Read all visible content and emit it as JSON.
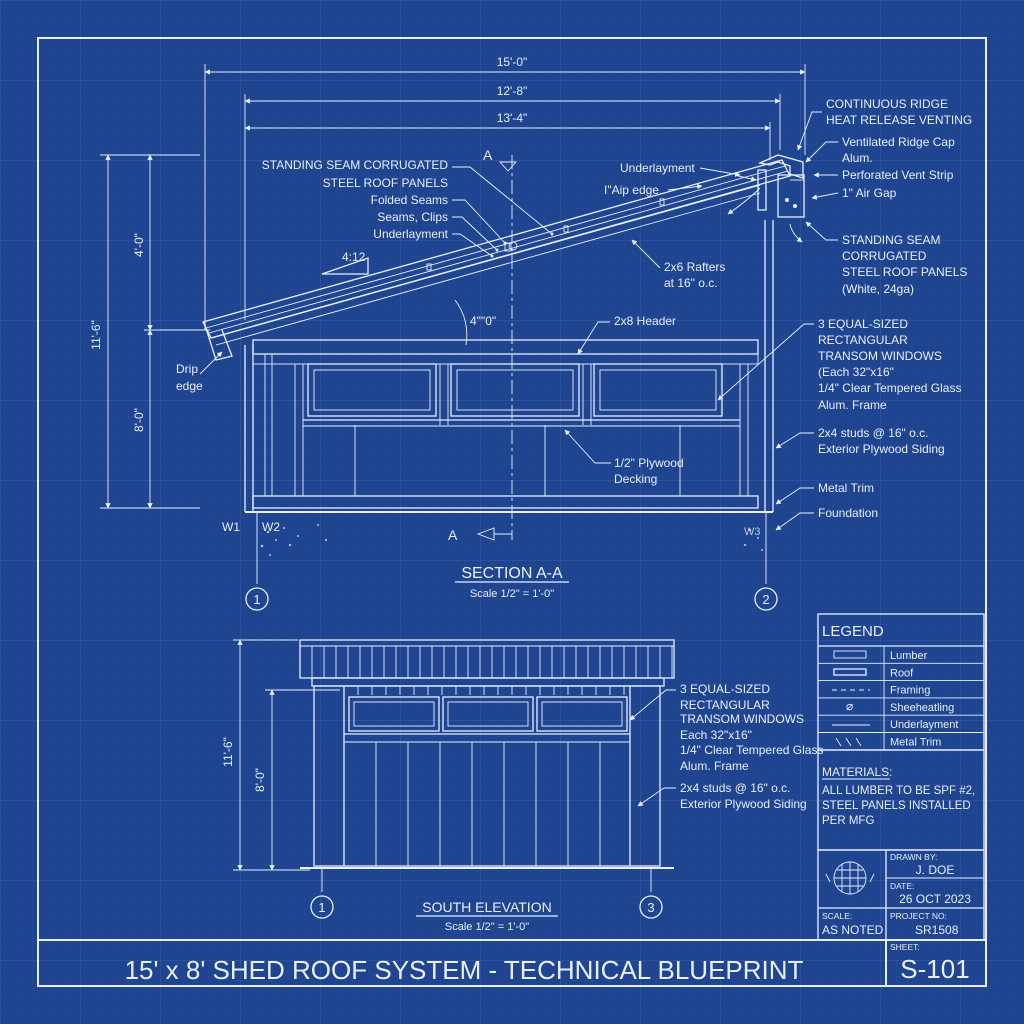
{
  "section": {
    "dims_top": [
      "15'-0\"",
      "12'-8\"",
      "13'-4\""
    ],
    "dims_left": [
      "4'-0\"",
      "11'-6\"",
      "8'-0\""
    ],
    "cut_label": "A",
    "pitch": "4:12",
    "angle": "4\"\"0\"",
    "labels": {
      "roof_panels_line1": "STANDING SEAM CORRUGATED",
      "roof_panels_line2": "STEEL ROOF PANELS",
      "folded_seams": "Folded Seams",
      "seams_clips": "Seams, Clips",
      "underlayment_left": "Underlayment",
      "underlayment_top": "Underlayment",
      "air_edge": "I\"Aip edge",
      "rafters_line1": "2x6 Rafters",
      "rafters_line2": "at 16\" o.c.",
      "header": "2x8 Header",
      "drip_line1": "Drip",
      "drip_line2": "edge",
      "plywood_line1": "1/2\" Plywood",
      "plywood_line2": "Decking",
      "ridge_vent_line1": "CONTINUOUS RIDGE",
      "ridge_vent_line2": "HEAT RELEASE VENTING",
      "ridge_cap_line1": "Ventilated Ridge Cap",
      "ridge_cap_line2": "Alum.",
      "vent_strip": "Perforated Vent Strip",
      "air_gap": "1\" Air Gap",
      "panels_r_line1": "STANDING SEAM",
      "panels_r_line2": "CORRUGATED",
      "panels_r_line3": "STEEL ROOF PANELS",
      "panels_r_line4": "(White, 24ga)",
      "windows_line1": "3 EQUAL-SIZED",
      "windows_line2": "RECTANGULAR",
      "windows_line3": "TRANSOM WINDOWS",
      "windows_line4": "(Each 32\"x16\"",
      "windows_line5": "1/4\" Clear Tempered Glass",
      "windows_line6": "Alum. Frame",
      "studs_line1": "2x4 studs @ 16\" o.c.",
      "studs_line2": "Exterior Plywood Siding",
      "metal_trim": "Metal Trim",
      "foundation": "Foundation",
      "w1": "W1",
      "w2": "W2",
      "w3": "W3"
    },
    "grid": [
      "1",
      "2"
    ],
    "title": "SECTION A-A",
    "scale": "Scale 1/2\" = 1'-0\""
  },
  "elevation": {
    "dims_left": [
      "11'-6\"",
      "8'-0\""
    ],
    "labels": {
      "windows_line1": "3 EQUAL-SIZED",
      "windows_line2": "RECTANGULAR",
      "windows_line3": "TRANSOM WINDOWS",
      "windows_line4": "Each 32\"x16\"",
      "windows_line5": "1/4\" Clear Tempered Glass",
      "windows_line6": "Alum. Frame",
      "studs_line1": "2x4 studs @ 16\" o.c.",
      "studs_line2": "Exterior Plywood Siding"
    },
    "grid": [
      "1",
      "3"
    ],
    "title": "SOUTH ELEVATION",
    "scale": "Scale 1/2\" = 1'-0\""
  },
  "legend": {
    "title": "LEGEND",
    "items": [
      "Lumber",
      "Roof",
      "Framing",
      "Sheeheatling",
      "Underlayment",
      "Metal Trim"
    ]
  },
  "materials": {
    "title": "MATERIALS:",
    "lines": [
      "ALL LUMBER TO BE SPF #2,",
      "STEEL PANELS INSTALLED",
      "PER MFG"
    ]
  },
  "titleblock": {
    "drawn_by_label": "DRAWN BY:",
    "drawn_by": "J. DOE",
    "date_label": "DATE:",
    "date": "26 OCT 2023",
    "scale_label": "SCALE:",
    "scale": "AS NOTED",
    "project_label": "PROJECT NO:",
    "project": "SR1508",
    "sheet_label": "SHEET:",
    "sheet": "S-101"
  },
  "main_title": "15' x 8' SHED ROOF SYSTEM -  TECHNICAL BLUEPRINT",
  "colors": {
    "background": "#1f4590",
    "line": "#e8efff",
    "grid": "#3a5ea6"
  }
}
